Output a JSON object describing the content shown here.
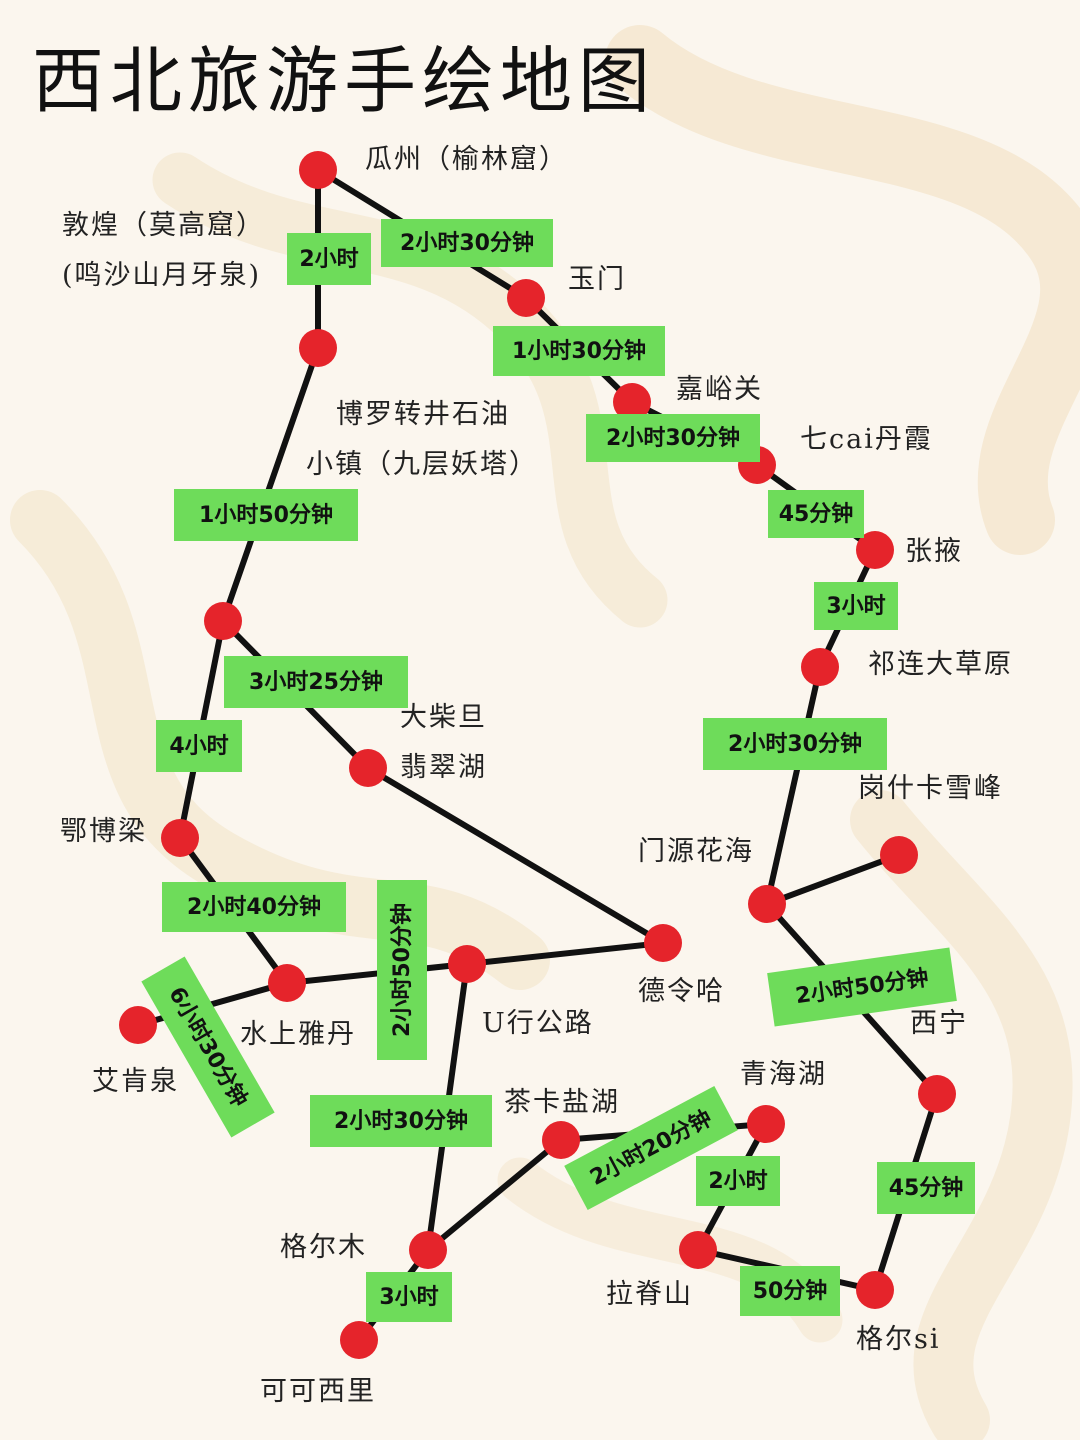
{
  "title": "西北旅游手绘地图",
  "colors": {
    "road": "#111111",
    "node": "#e5242b",
    "badge": "#6edc5a",
    "background": "#fbf6ee",
    "swirl": "#f3e4c9"
  },
  "places": [
    "瓜州（榆林窟）",
    "敦煌（莫高窟）",
    "(鸣沙山月牙泉)",
    "玉门",
    "嘉峪关",
    "七cai丹霞",
    "张掖",
    "祁连大草原",
    "岗什卡雪峰",
    "门源花海",
    "西宁",
    "格尔si",
    "拉脊山",
    "青海湖",
    "茶卡盐湖",
    "格尔木",
    "可可西里",
    "U行公路",
    "德令哈",
    "水上雅丹",
    "艾肯泉",
    "翡翠湖",
    "大柴旦",
    "博罗转井石油",
    "小镇（九层妖塔）",
    "鄂博梁"
  ],
  "durations": [
    "2小时",
    "2小时30分钟",
    "1小时30分钟",
    "2小时30分钟",
    "45分钟",
    "3小时",
    "2小时30分钟",
    "2小时50分钟",
    "45分钟",
    "50分钟",
    "2小时",
    "2小时20分钟",
    "2小时30分钟",
    "3小时",
    "2小时50分钟",
    "6小时30分钟",
    "2小时40分钟",
    "4小时",
    "1小时50分钟",
    "3小时25分钟"
  ]
}
